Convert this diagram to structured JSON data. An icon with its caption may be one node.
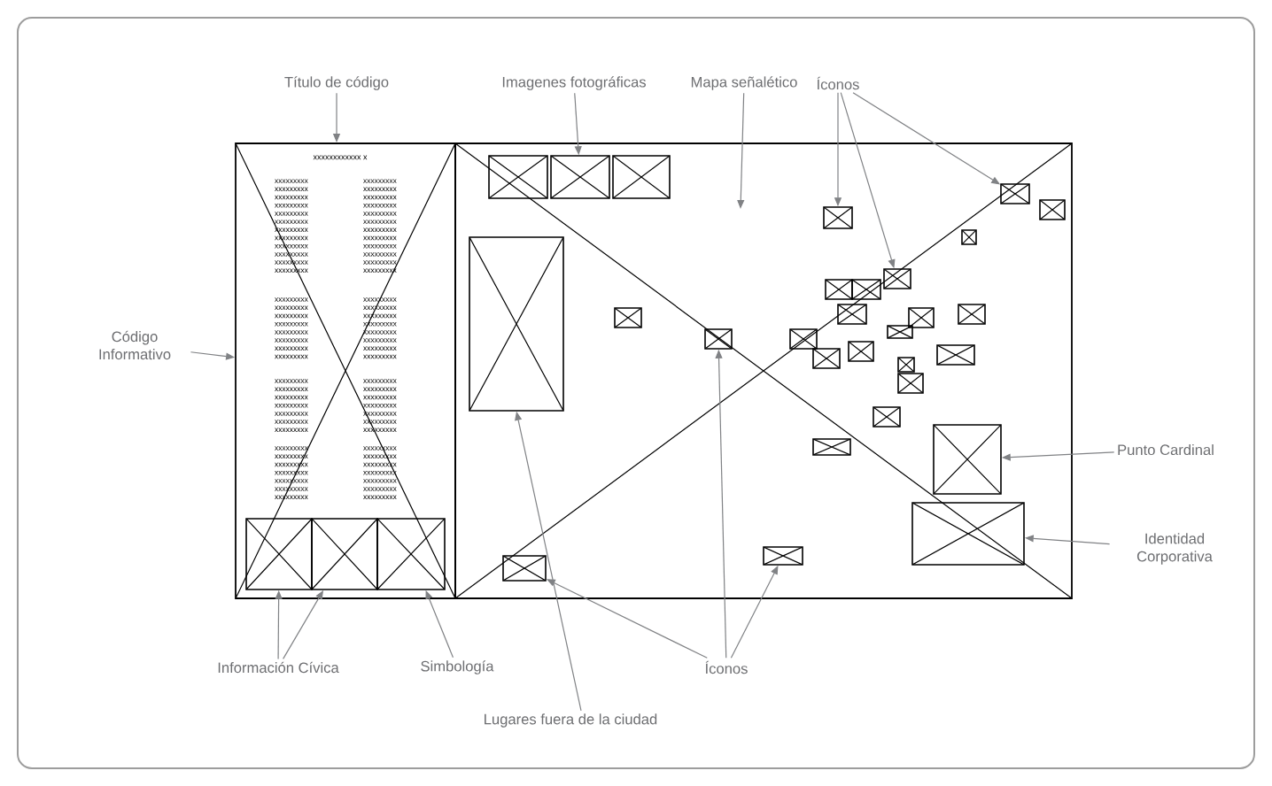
{
  "diagram": {
    "nodes": [
      {
        "text": [
          "Título de código"
        ]
      },
      {
        "text": [
          "Imagenes fotográficas"
        ]
      },
      {
        "text": [
          "Mapa señalético"
        ]
      },
      {
        "text": [
          "Íconos"
        ]
      },
      {
        "text": [],
        "shape": "box"
      },
      {
        "text": [],
        "shape": "box"
      },
      {
        "text": [],
        "shape": "box",
        "in": 5
      },
      {
        "text": [],
        "shape": "box",
        "in": 5
      },
      {
        "text": [],
        "shape": "box",
        "in": 5
      },
      {
        "text": [],
        "shape": "box",
        "in": 5
      },
      {
        "text": [],
        "shape": "box",
        "in": 5
      },
      {
        "text": [],
        "shape": "box",
        "in": 5
      },
      {
        "text": [],
        "shape": "box",
        "in": 5
      },
      {
        "text": [],
        "shape": "box",
        "in": 5
      },
      {
        "text": [],
        "shape": "box",
        "in": 5
      },
      {
        "text": [],
        "shape": "box",
        "in": 5
      },
      {
        "text": [],
        "shape": "box",
        "in": 5
      },
      {
        "text": [],
        "shape": "box",
        "in": 5
      },
      {
        "text": [],
        "shape": "box",
        "in": 5
      },
      {
        "text": [],
        "shape": "box",
        "in": 5
      },
      {
        "text": [],
        "shape": "box",
        "in": 5
      },
      {
        "text": [],
        "shape": "box",
        "in": 5
      },
      {
        "text": [],
        "shape": "box",
        "in": 5
      },
      {
        "text": [],
        "shape": "box",
        "in": 5
      },
      {
        "text": [],
        "shape": "box",
        "in": 5
      },
      {
        "text": [],
        "shape": "box",
        "in": 5
      },
      {
        "text": [],
        "shape": "box",
        "in": 5
      },
      {
        "text": [],
        "shape": "box",
        "in": 5
      },
      {
        "text": [],
        "shape": "box",
        "in": 5
      },
      {
        "text": [],
        "shape": "box",
        "in": 5
      },
      {
        "text": [],
        "shape": "box",
        "in": 5
      },
      {
        "text": [],
        "shape": "box",
        "in": 5
      },
      {
        "text": [],
        "shape": "box",
        "in": 5
      },
      {
        "text": [],
        "shape": "box",
        "in": 5
      },
      {
        "text": [],
        "shape": "box",
        "in": 5
      },
      {
        "text": [],
        "shape": "box",
        "in": 4
      },
      {
        "text": [],
        "shape": "box",
        "in": 4
      },
      {
        "text": [],
        "shape": "box",
        "in": 4
      },
      {
        "text": [
          "Código Informativo"
        ]
      },
      {
        "text": [
          "Punto Cardinal"
        ]
      },
      {
        "text": [
          "Identidad Corporativa"
        ]
      },
      {
        "text": [
          "Información Cívica"
        ]
      },
      {
        "text": [
          "Simbología"
        ]
      },
      {
        "text": [
          "Íconos"
        ]
      },
      {
        "text": [
          "Lugares fuera de la ciudad"
        ]
      }
    ],
    "edges": [
      {
        "from": 0,
        "to": 4,
        "arrow": "to"
      },
      {
        "from": 1,
        "to": 7,
        "arrow": "to"
      },
      {
        "from": 2,
        "to": null,
        "arrow": "to"
      },
      {
        "from": 3,
        "to": 12,
        "arrow": "to"
      },
      {
        "from": 3,
        "to": 14,
        "arrow": "to"
      },
      {
        "from": 3,
        "to": 10,
        "arrow": "to"
      },
      {
        "from": 38,
        "to": 4,
        "arrow": "to"
      },
      {
        "from": 39,
        "to": 33,
        "arrow": "to"
      },
      {
        "from": 40,
        "to": 34,
        "arrow": "to"
      },
      {
        "from": 41,
        "to": 35,
        "arrow": "to"
      },
      {
        "from": 41,
        "to": 36,
        "arrow": "to"
      },
      {
        "from": 42,
        "to": 37,
        "arrow": "to"
      },
      {
        "from": 43,
        "to": 22,
        "arrow": "to"
      },
      {
        "from": 43,
        "to": 31,
        "arrow": "to"
      },
      {
        "from": 43,
        "to": 32,
        "arrow": "to"
      },
      {
        "from": 44,
        "to": 9,
        "arrow": "to"
      }
    ],
    "labels": [
      "xxxxxxxxxxxx x",
      "xxxxxxxxx xxxxxxxxx xxxxxxxxx xxxxxxxxx xxxxxxxxx xxxxxxxxx xxxxxxxxx xxxxxxxxx xxxxxxxxx xxxxxxxxx xxxxxxxxx xxxxxxxxx",
      "xxxxxxxxx xxxxxxxxx xxxxxxxxx xxxxxxxxx xxxxxxxxx xxxxxxxxx xxxxxxxxx xxxxxxxxx xxxxxxxxx xxxxxxxxx xxxxxxxxx xxxxxxxxx",
      "xxxxxxxxx xxxxxxxxx xxxxxxxxx xxxxxxxxx xxxxxxxxx xxxxxxxxx xxxxxxxxx xxxxxxxxx",
      "xxxxxxxxx xxxxxxxxx xxxxxxxxx xxxxxxxxx xxxxxxxxx xxxxxxxxx xxxxxxxxx xxxxxxxxx",
      "xxxxxxxxx xxxxxxxxx xxxxxxxxx xxxxxxxxx xxxxxxxxx xxxxxxxxx xxxxxxxxx",
      "xxxxxxxxx xxxxxxxxx xxxxxxxxx xxxxxxxxx xxxxxxxxx xxxxxxxxx xxxxxxxxx",
      "xxxxxxxxx xxxxxxxxx xxxxxxxxx xxxxxxxxx xxxxxxxxx xxxxxxxxx xxxxxxxxx",
      "xxxxxxxxx xxxxxxxxx xxxxxxxxx xxxxxxxxx xxxxxxxxx xxxxxxxxx xxxxxxxxx"
    ]
  }
}
